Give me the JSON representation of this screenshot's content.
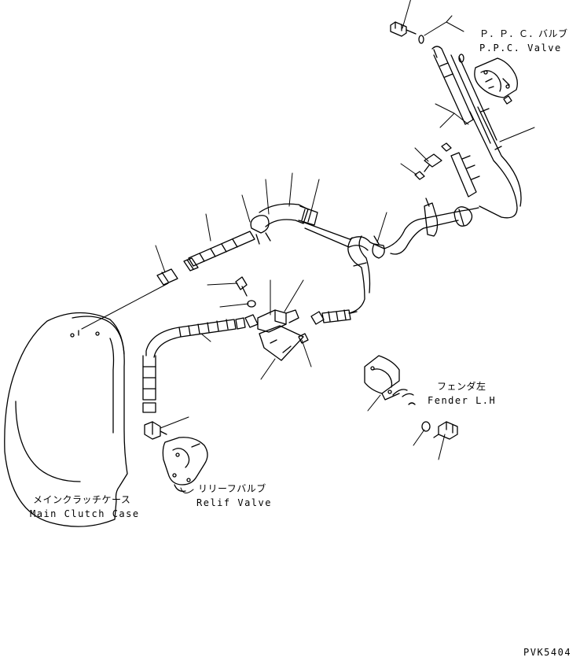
{
  "labels": {
    "ppc_valve_jp": "Ｐ．Ｐ．Ｃ．バルブ",
    "ppc_valve_en": "P.P.C. Valve",
    "fender_jp": "フェンダ左",
    "fender_en": "Fender L.H",
    "relief_valve_jp": "リリーフバルブ",
    "relief_valve_en": "Relif Valve",
    "main_clutch_jp": "メインクラッチケース",
    "main_clutch_en": "Main Clutch Case",
    "drawing_code": "PVK5404"
  }
}
